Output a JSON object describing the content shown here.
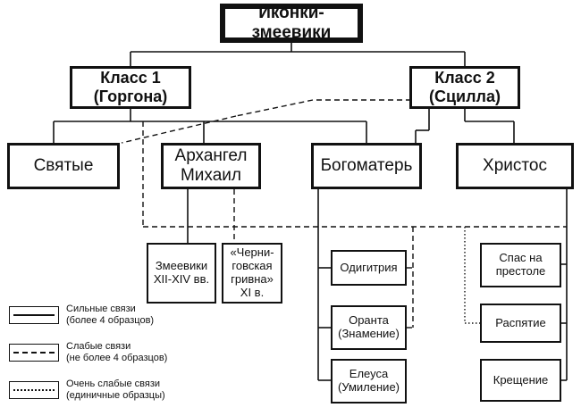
{
  "title": "Иконки-змеевики",
  "classes": [
    {
      "label": "Класс 1\n(Горгона)"
    },
    {
      "label": "Класс 2\n(Сцилла)"
    }
  ],
  "categories": [
    {
      "label": "Святые"
    },
    {
      "label": "Архангел\nМихаил"
    },
    {
      "label": "Богоматерь"
    },
    {
      "label": "Христос"
    }
  ],
  "subtypes": {
    "mikhail": [
      {
        "label": "Змеевики\nXII-XIV вв."
      },
      {
        "label": "«Черни-\nговская\nгривна»\nXI в."
      }
    ],
    "bogomater": [
      {
        "label": "Одигитрия"
      },
      {
        "label": "Оранта\n(Знамение)"
      },
      {
        "label": "Елеуса\n(Умиление)"
      }
    ],
    "khristos": [
      {
        "label": "Спас на\nпрестоле"
      },
      {
        "label": "Распятие"
      },
      {
        "label": "Крещение"
      }
    ]
  },
  "legend": [
    {
      "style": "solid",
      "text": "Сильные связи\n(более 4 образцов)"
    },
    {
      "style": "dashed",
      "text": "Слабые связи\n(не более 4 образцов)"
    },
    {
      "style": "dotted",
      "text": "Очень слабые связи\n(единичные образцы)"
    }
  ]
}
